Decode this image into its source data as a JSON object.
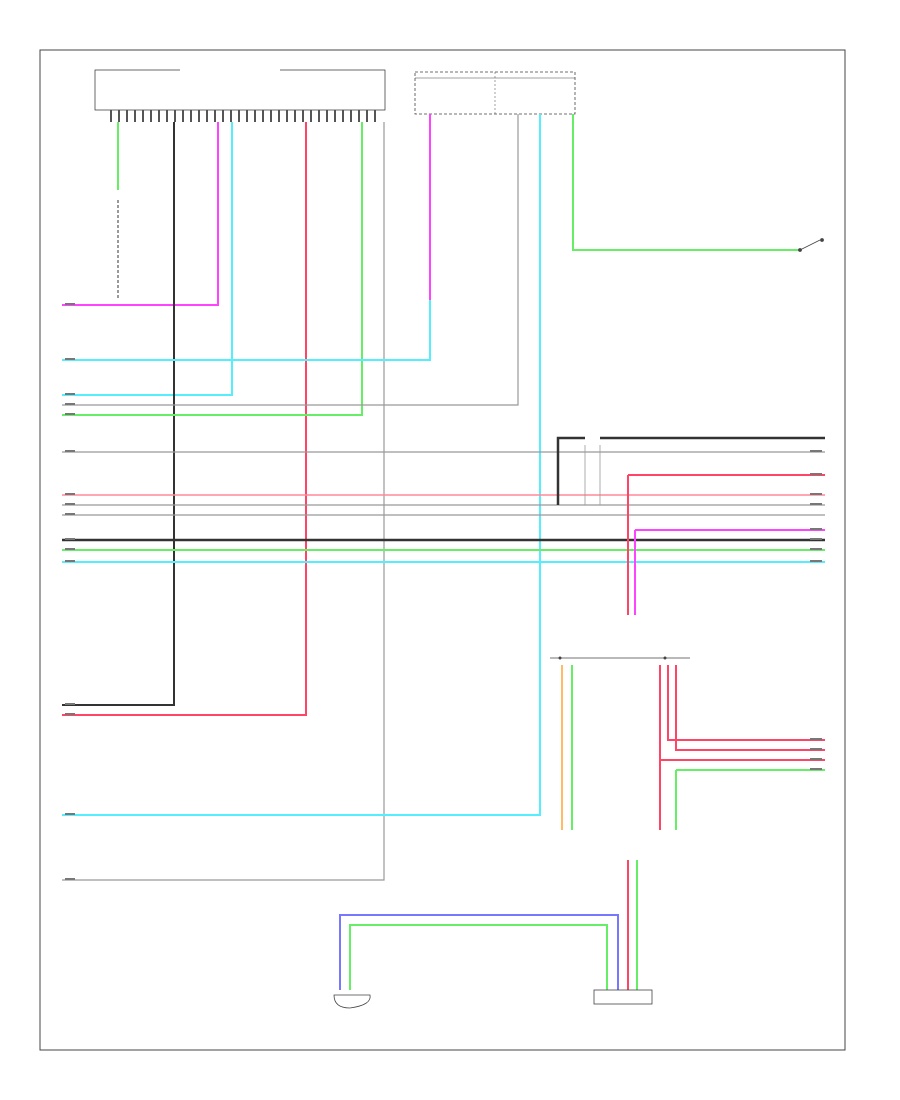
{
  "diagram": {
    "colors": {
      "pink": "#ff44ff",
      "light_blue": "#55eeff",
      "light_green": "#66ee66",
      "red": "#ff4466",
      "black": "#333333",
      "gray": "#999999",
      "orange": "#ffbb66",
      "violet": "#7777ff",
      "frame": "#444444"
    },
    "footer_code": "",
    "components": [
      {
        "id": "module-main",
        "label": ""
      },
      {
        "id": "relay-block",
        "label": ""
      },
      {
        "id": "front-wiper-motor-switch",
        "label": ""
      },
      {
        "id": "junction-left",
        "label": ""
      },
      {
        "id": "junction-right",
        "label": ""
      },
      {
        "id": "lower-left-sensor",
        "label": ""
      },
      {
        "id": "lower-right-connector",
        "label": ""
      }
    ]
  }
}
